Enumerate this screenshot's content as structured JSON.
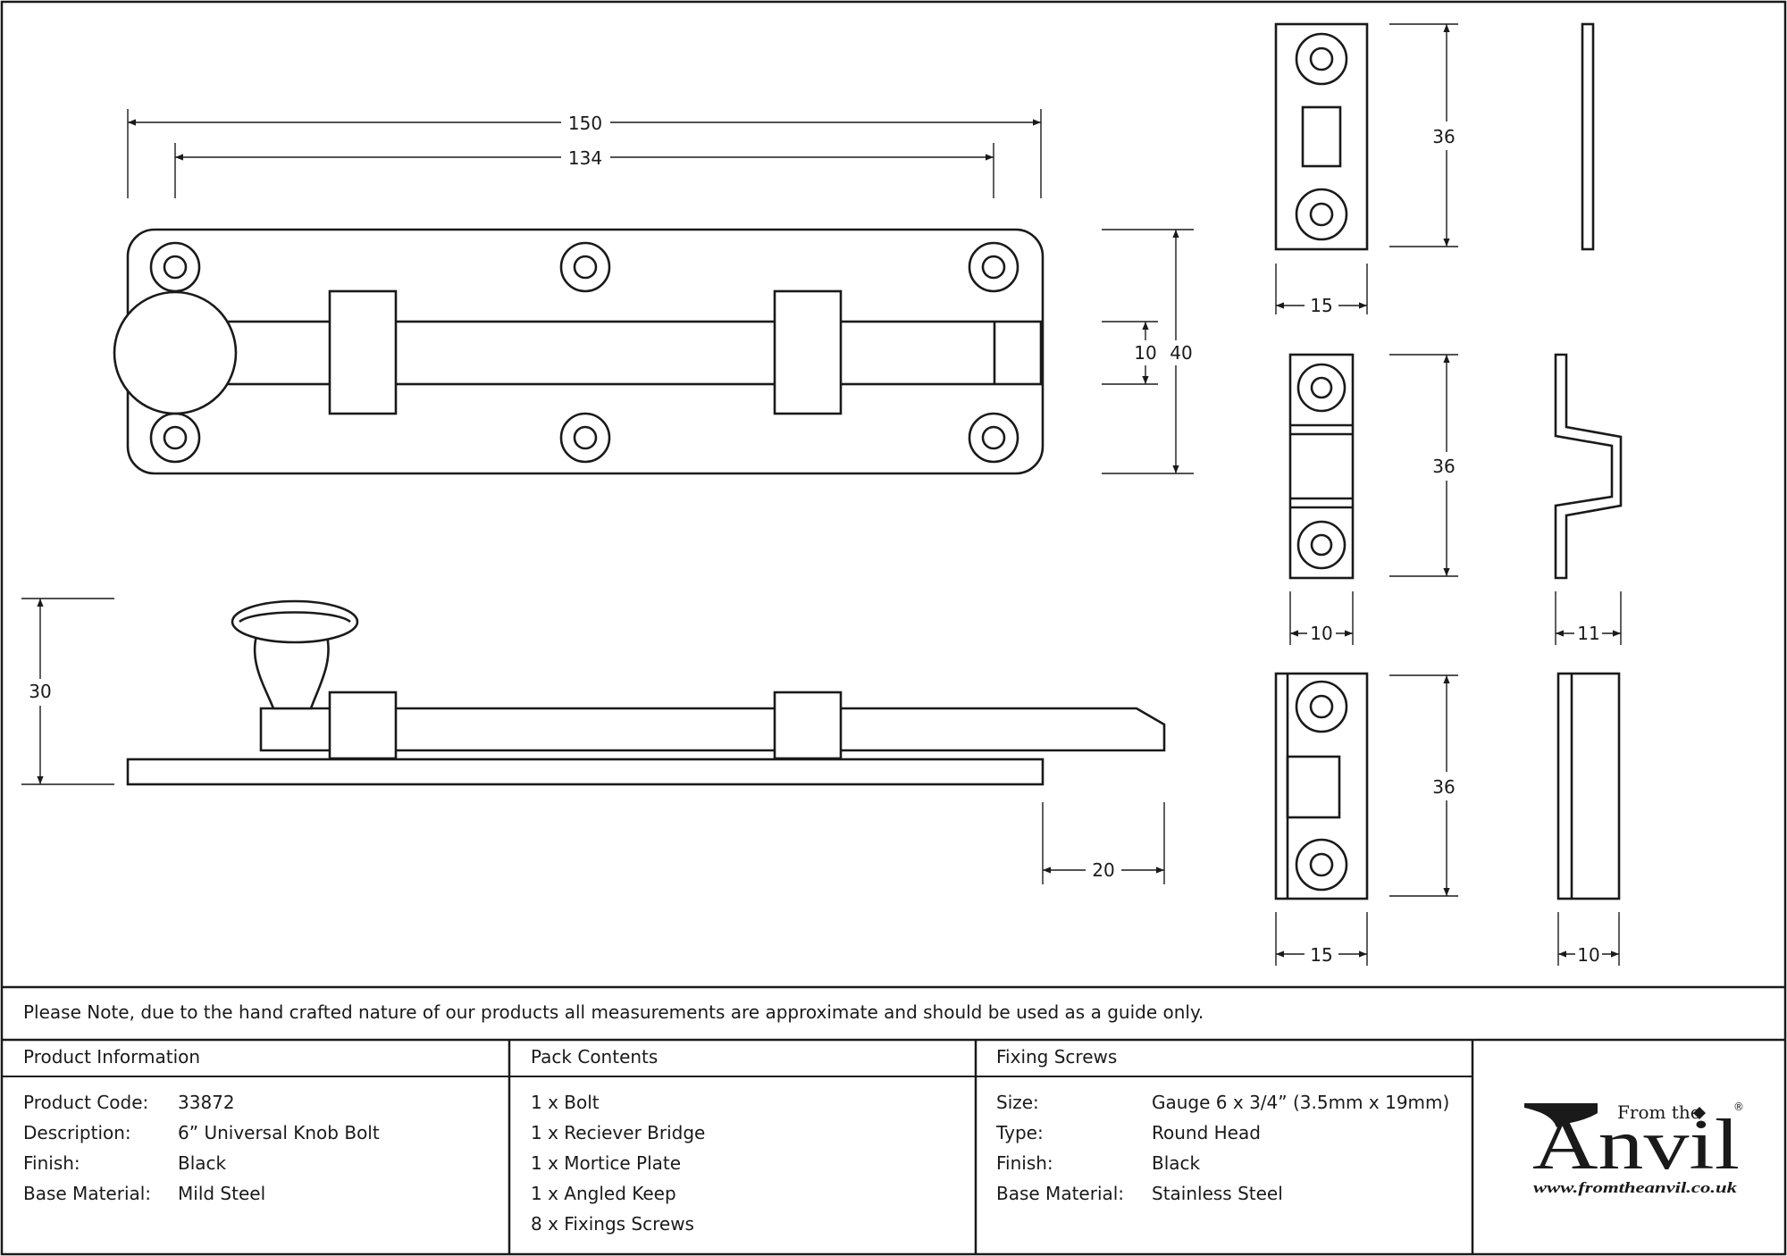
{
  "dimensions": {
    "top_overall_length": "150",
    "top_hole_centres": "134",
    "top_bolt_width": "10",
    "top_plate_height": "40",
    "side_height": "30",
    "bolt_throw": "20",
    "keep1_height": "36",
    "keep1_width": "15",
    "keep2_height": "36",
    "keep2_width": "10",
    "keep2_side_depth": "11",
    "keep3_height": "36",
    "keep3_width": "15",
    "keep3_side_depth": "10"
  },
  "note": "Please Note, due to the hand crafted nature of our products all measurements are approximate and should be used as a guide only.",
  "product_information": {
    "heading": "Product Information",
    "rows": [
      {
        "label": "Product Code:",
        "value": "33872"
      },
      {
        "label": "Description:",
        "value": "6” Universal Knob Bolt"
      },
      {
        "label": "Finish:",
        "value": "Black"
      },
      {
        "label": "Base Material:",
        "value": "Mild Steel"
      }
    ]
  },
  "pack_contents": {
    "heading": "Pack Contents",
    "items": [
      "1 x Bolt",
      "1 x Reciever Bridge",
      "1 x Mortice Plate",
      "1 x Angled Keep",
      "8 x Fixings Screws"
    ]
  },
  "fixing_screws": {
    "heading": "Fixing Screws",
    "rows": [
      {
        "label": "Size:",
        "value": "Gauge 6 x 3/4” (3.5mm x 19mm)"
      },
      {
        "label": "Type:",
        "value": "Round Head"
      },
      {
        "label": "Finish:",
        "value": "Black"
      },
      {
        "label": "Base Material:",
        "value": "Stainless Steel"
      }
    ]
  },
  "logo": {
    "from_the": "From the",
    "brand": "Anvil",
    "registered": "®",
    "url": "www.fromtheanvil.co.uk"
  }
}
